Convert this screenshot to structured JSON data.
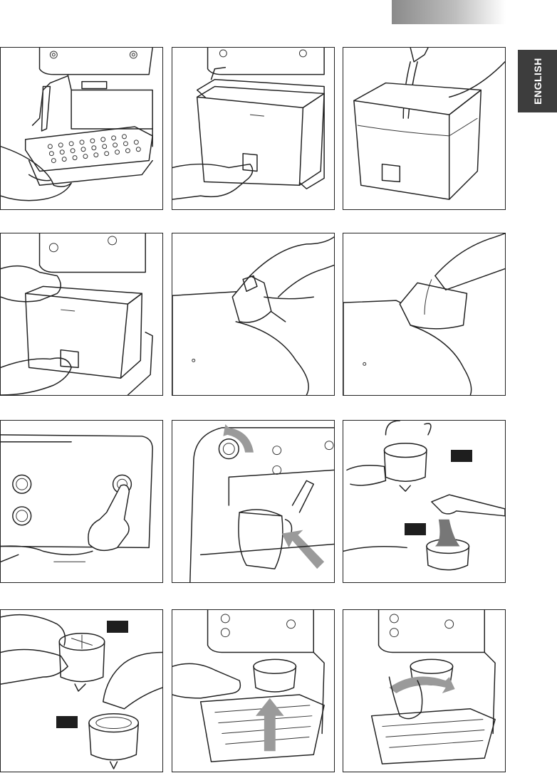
{
  "header": {
    "language_tab": "ENGLISH"
  },
  "colors": {
    "header_gradient_start": "#8a8a8a",
    "tab_bg": "#3d3d3d",
    "line": "#222222",
    "arrow_gray": "#9a9a9a"
  },
  "panels": [
    {
      "id": 1,
      "depicts": "drip-tray-removal"
    },
    {
      "id": 2,
      "depicts": "water-tank-removal"
    },
    {
      "id": 3,
      "depicts": "water-tank-filling"
    },
    {
      "id": 4,
      "depicts": "water-tank-insertion"
    },
    {
      "id": 5,
      "depicts": "tank-lid-open"
    },
    {
      "id": 6,
      "depicts": "pouring-water-into-tank"
    },
    {
      "id": 7,
      "depicts": "pressing-power-button"
    },
    {
      "id": 8,
      "depicts": "steam-knob-and-milk-jug"
    },
    {
      "id": 9,
      "depicts": "filling-filter-with-coffee"
    },
    {
      "id": 10,
      "depicts": "filter-basket-choice"
    },
    {
      "id": 11,
      "depicts": "inserting-filter-holder"
    },
    {
      "id": 12,
      "depicts": "locking-filter-holder"
    }
  ]
}
